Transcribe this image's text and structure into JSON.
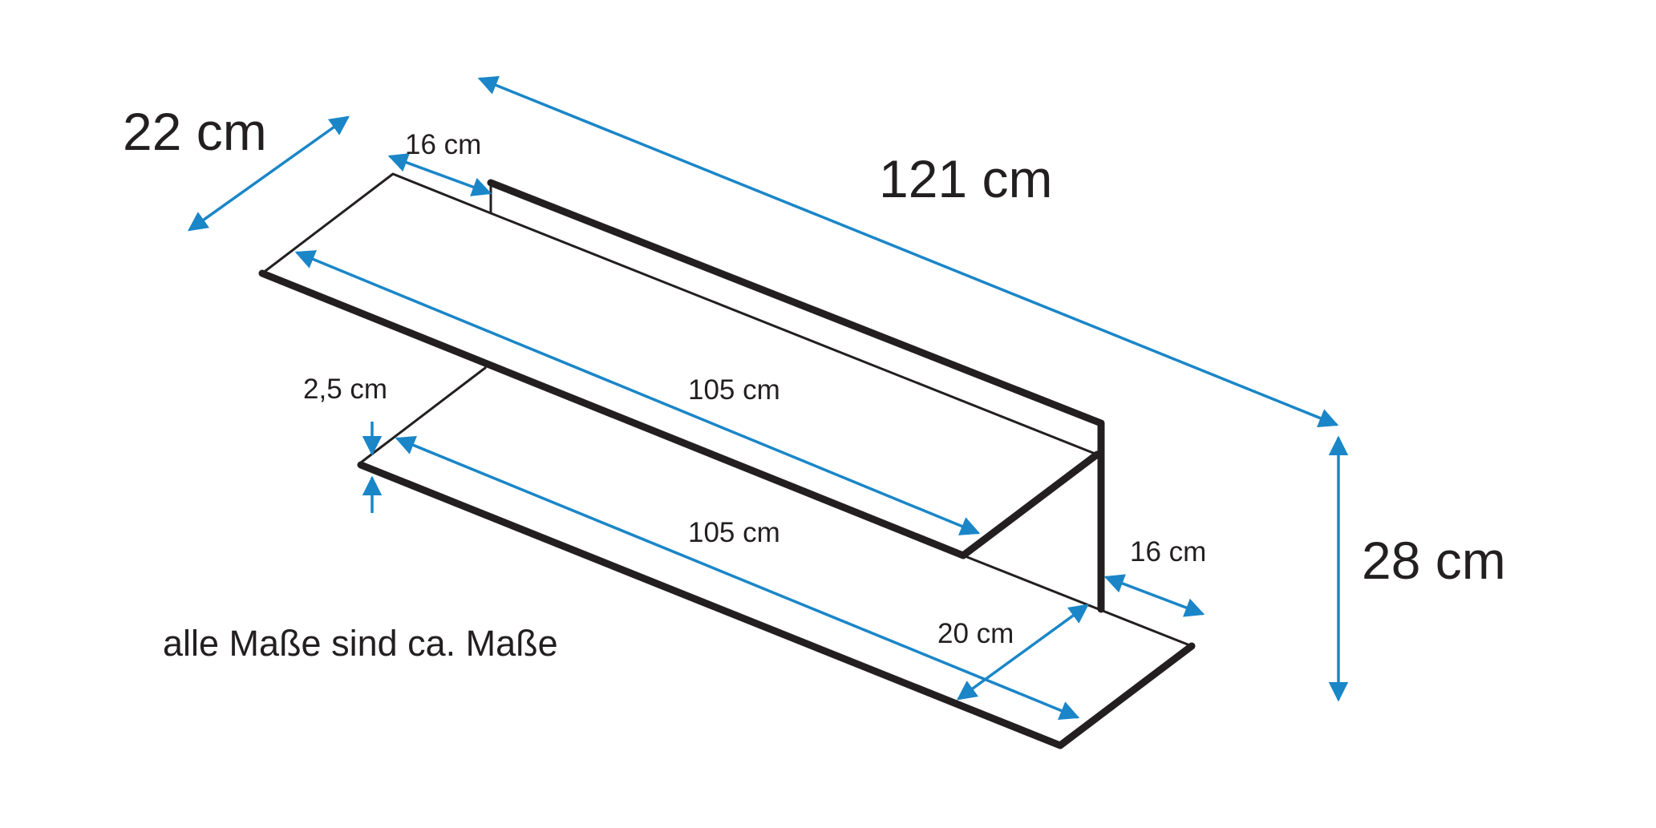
{
  "colors": {
    "dimension": "#1a86c8",
    "outline": "#231f20",
    "background": "#ffffff"
  },
  "dimensions": {
    "depth_total": "22 cm",
    "depth_top_shelf": "16 cm",
    "length_total": "121 cm",
    "length_top_shelf": "105 cm",
    "thickness": "2,5 cm",
    "length_bottom_shelf": "105 cm",
    "depth_side": "16 cm",
    "depth_bottom_shelf": "20 cm",
    "height_total": "28 cm"
  },
  "note": "alle Maße sind ca. Maße"
}
